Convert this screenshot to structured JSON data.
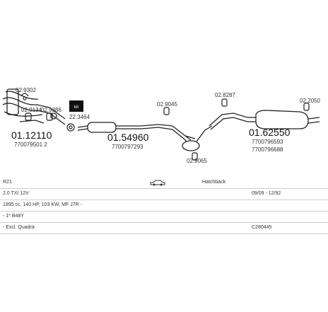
{
  "parts": {
    "bracket_a": "02.9302",
    "bracket_b": "02.9134",
    "bracket_c": "02.9386",
    "clamp_kit": "22.3464",
    "front_pipe": "01.12110",
    "front_pipe_oem": "770079501 2",
    "hanger_mid": "02.9045",
    "mid_section": "01.54960",
    "mid_section_oem": "7700797293",
    "hanger_mid_low": "02.9065",
    "hanger_rear_a": "02.8287",
    "hanger_rear_b": "02.2050",
    "rear_silencer": "01.62550",
    "rear_silencer_oem_a": "7700796593",
    "rear_silencer_oem_b": "7700796688"
  },
  "icons": {
    "clamp_kit_box": "kit-box-icon",
    "car": "hatchback-car-icon"
  },
  "table": {
    "row1": {
      "model": "R21",
      "body": "Hatchback"
    },
    "row2": {
      "engine": "2.0 TXI 12V",
      "years": "09/09 - 12/92"
    },
    "row3": {
      "spec": "1995 cc, 140 HP, 103 KW, MF J7R -"
    },
    "row4": {
      "note": "- 1* B48Y"
    },
    "row5": {
      "note": "- Excl. Quadra",
      "code": "C280445"
    }
  }
}
